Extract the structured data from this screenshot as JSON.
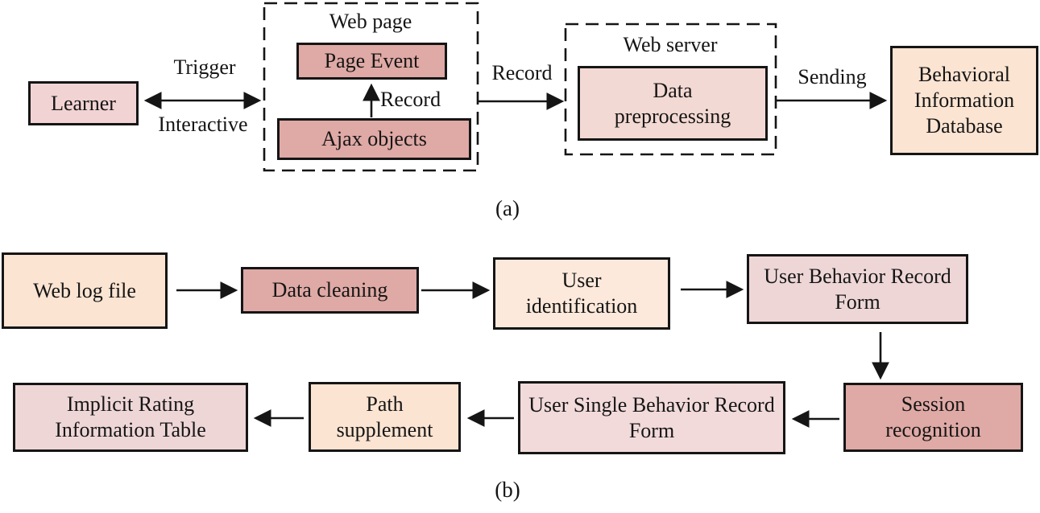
{
  "figure": {
    "caption_a": "(a)",
    "caption_b": "(b)",
    "part_a": {
      "learner": "Learner",
      "trigger": "Trigger",
      "interactive": "Interactive",
      "web_page": "Web page",
      "page_event": "Page Event",
      "ajax_objects": "Ajax objects",
      "record_inner": "Record",
      "record_outer": "Record",
      "web_server": "Web server",
      "data_preprocessing": "Data preprocessing",
      "sending": "Sending",
      "behavioral_database": "Behavioral Information Database"
    },
    "part_b": {
      "web_log_file": "Web log file",
      "data_cleaning": "Data cleaning",
      "user_identification": "User identification",
      "user_behavior_record_form": "User Behavior Record Form",
      "session_recognition": "Session recognition",
      "user_single_behavior_record_form": "User Single Behavior Record Form",
      "path_supplement": "Path supplement",
      "implicit_rating_information_table": "Implicit Rating Information Table"
    },
    "colors": {
      "rose": "#dfa9a5",
      "light_pink": "#f2d3d3",
      "pale_pink": "#eed6d7",
      "soft_pink": "#f2dada",
      "peach": "#fbe4d2",
      "light_peach": "#fce9db",
      "pink_beige": "#f3d9d3",
      "line": "#151515"
    }
  }
}
